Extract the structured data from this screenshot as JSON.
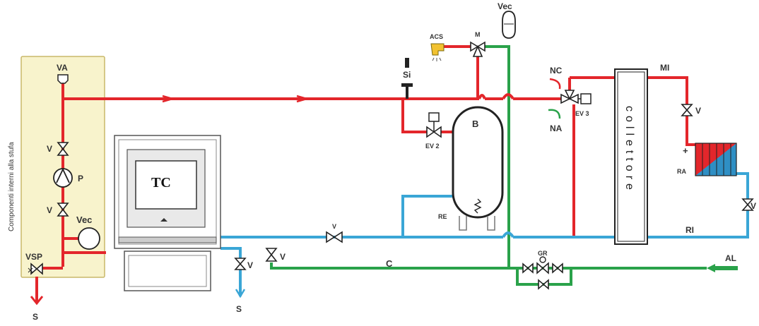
{
  "colors": {
    "hot_pipe": "#e3262b",
    "cold_pipe": "#3aa6d6",
    "mains_pipe": "#2aa24a",
    "stove_panel": "#f8f3cc",
    "stove_panel_border": "#c9b86a"
  },
  "labels": {
    "panel_caption": "Componenti interni alla stufa",
    "va": "VA",
    "v": "V",
    "p": "P",
    "vec": "Vec",
    "vsp": "VSP",
    "s": "S",
    "tc": "TC",
    "acs": "ACS",
    "m": "M",
    "si": "Si",
    "b": "B",
    "ev2": "EV 2",
    "re": "RE",
    "nc": "NC",
    "na": "NA",
    "ev3": "EV 3",
    "collettore": "collettore",
    "mi": "MI",
    "plus": "+",
    "ra": "RA",
    "ri": "RI",
    "gr": "GR",
    "c": "C",
    "al": "AL"
  }
}
